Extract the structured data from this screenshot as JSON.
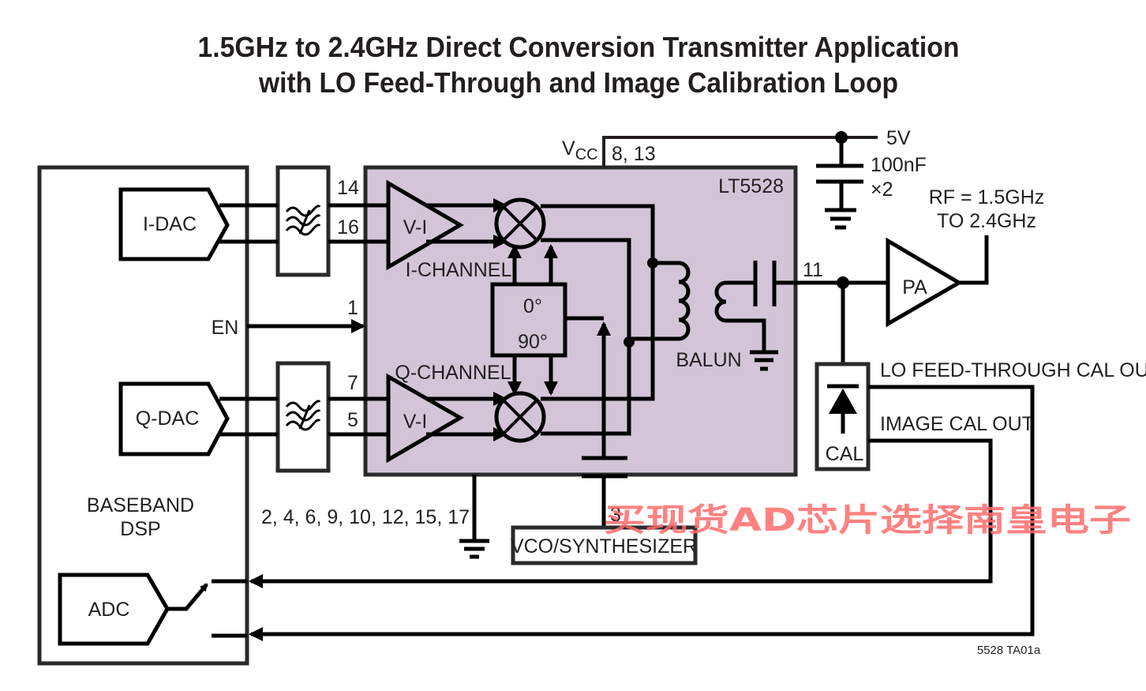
{
  "title": {
    "line1": "1.5GHz to 2.4GHz Direct Conversion Transmitter Application",
    "line2": "with LO Feed-Through and Image Calibration Loop"
  },
  "dsp": {
    "label1": "BASEBAND",
    "label2": "DSP",
    "i_dac": "I-DAC",
    "q_dac": "Q-DAC",
    "adc": "ADC",
    "en": "EN"
  },
  "chip": {
    "name": "LT5528",
    "vcc_label": "V",
    "vcc_sub": "CC",
    "vcc_pins": "8, 13",
    "pin_i_plus": "14",
    "pin_i_minus": "16",
    "pin_en": "1",
    "pin_q_plus": "7",
    "pin_q_minus": "5",
    "pin_rf": "11",
    "pin_lo": "3",
    "gnd_pins": "2, 4, 6, 9, 10, 12, 15, 17",
    "vi_label": "V-I",
    "i_channel": "I-CHANNEL",
    "q_channel": "Q-CHANNEL",
    "phase_0": "0°",
    "phase_90": "90°",
    "balun": "BALUN"
  },
  "supply": {
    "voltage": "5V",
    "cap": "100nF",
    "cap_count": "×2"
  },
  "rf": {
    "pa": "PA",
    "rf_line1": "RF = 1.5GHz",
    "rf_line2": "TO 2.4GHz",
    "cal": "CAL",
    "lo_cal_out": "LO FEED-THROUGH CAL OUT",
    "image_cal_out": "IMAGE CAL OUT"
  },
  "vco": "VCO/SYNTHESIZER",
  "figure_id": "5528 TA01a",
  "watermark": "买现货AD芯片选择南皇电子",
  "colors": {
    "chip_fill": "#d3c4d8",
    "line": "#000000",
    "watermark": "#ff6b6b"
  }
}
